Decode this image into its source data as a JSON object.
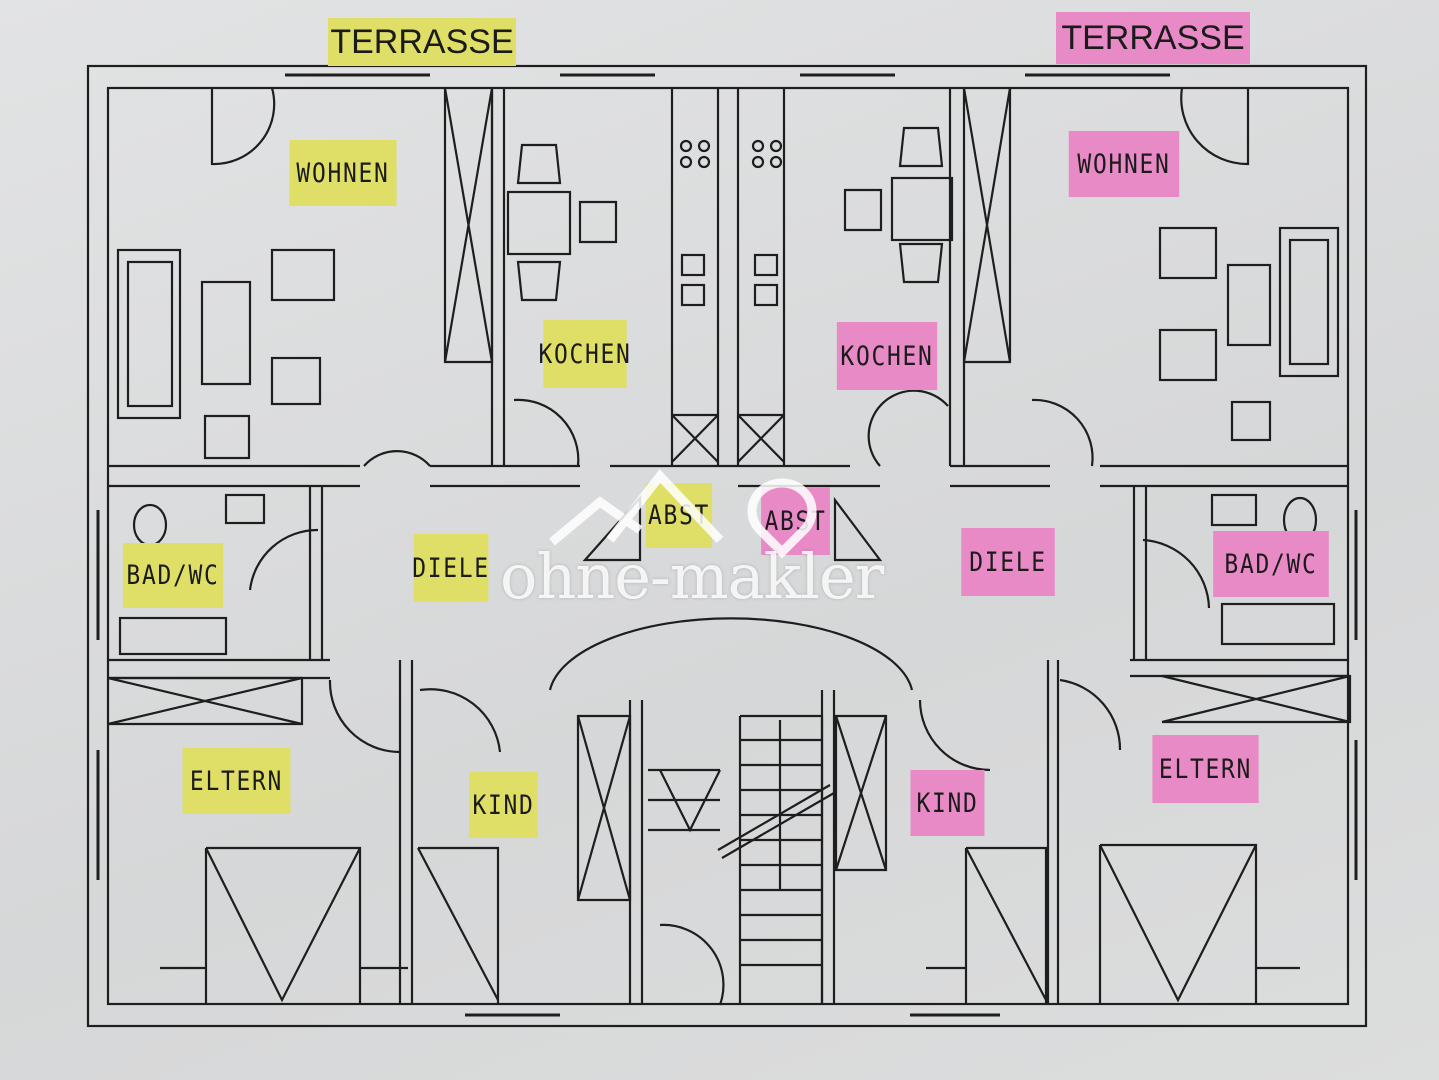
{
  "colors": {
    "left_unit": "#dfdf68",
    "right_unit": "#e88ac6",
    "lines": "#1e1e1e"
  },
  "left_unit": {
    "terrasse": "TERRASSE",
    "wohnen": "WOHNEN",
    "kochen": "KOCHEN",
    "abst": "ABST",
    "bad": "BAD/WC",
    "diele": "DIELE",
    "eltern": "ELTERN",
    "kind": "KIND"
  },
  "right_unit": {
    "terrasse": "TERRASSE",
    "wohnen": "WOHNEN",
    "kochen": "KOCHEN",
    "abst": "ABST",
    "bad": "BAD/WC",
    "diele": "DIELE",
    "eltern": "ELTERN",
    "kind": "KIND"
  },
  "watermark": "ohne-makler"
}
